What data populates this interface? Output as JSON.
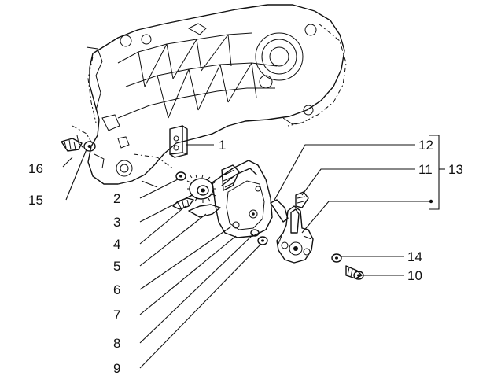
{
  "callouts": [
    {
      "key": "1",
      "text": "1"
    },
    {
      "key": "2",
      "text": "2"
    },
    {
      "key": "3",
      "text": "3"
    },
    {
      "key": "4",
      "text": "4"
    },
    {
      "key": "5",
      "text": "5"
    },
    {
      "key": "6",
      "text": "6"
    },
    {
      "key": "7",
      "text": "7"
    },
    {
      "key": "8",
      "text": "8"
    },
    {
      "key": "9",
      "text": "9"
    },
    {
      "key": "10",
      "text": "10"
    },
    {
      "key": "11",
      "text": "11"
    },
    {
      "key": "12",
      "text": "12"
    },
    {
      "key": "13",
      "text": "13"
    },
    {
      "key": "14",
      "text": "14"
    },
    {
      "key": "15",
      "text": "15"
    },
    {
      "key": "16",
      "text": "16"
    }
  ]
}
